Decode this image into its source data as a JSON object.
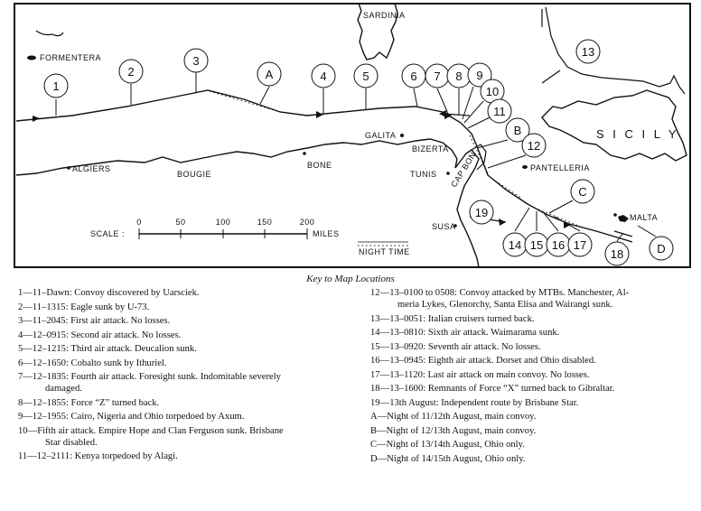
{
  "map": {
    "labels": {
      "sardinia": "SARDINIA",
      "formentera": "FORMENTERA",
      "sicily": "S I C I L Y",
      "galita": "GALITA",
      "bizerta": "BIZERTA",
      "tunis": "TUNIS",
      "pantelleria": "PANTELLERIA",
      "malta": "MALTA",
      "algiers": "ALGIERS",
      "bougie": "BOUGIE",
      "bone": "BONE",
      "cap_bon": "CAP BON",
      "susa": "SUSA",
      "night_time": "NIGHT TIME",
      "scale": "SCALE :",
      "miles": "MILES"
    },
    "scale_ticks": [
      "0",
      "50",
      "100",
      "150",
      "200"
    ],
    "markers": [
      "1",
      "2",
      "3",
      "A",
      "4",
      "5",
      "6",
      "7",
      "8",
      "9",
      "10",
      "11",
      "B",
      "12",
      "13",
      "C",
      "19",
      "14",
      "15",
      "16",
      "17",
      "18",
      "D"
    ]
  },
  "key": {
    "title": "Key to Map Locations",
    "left": [
      {
        "id": "k1",
        "lines": [
          "1—11–Dawn: Convoy discovered by Uarsciek."
        ]
      },
      {
        "id": "k2",
        "lines": [
          "2—11–1315: Eagle sunk by U-73."
        ]
      },
      {
        "id": "k3",
        "lines": [
          "3—11–2045: First air attack. No losses."
        ]
      },
      {
        "id": "k4",
        "lines": [
          "4—12–0915: Second air attack. No losses."
        ]
      },
      {
        "id": "k5",
        "lines": [
          "5—12–1215: Third air attack. Deucalion sunk."
        ]
      },
      {
        "id": "k6",
        "lines": [
          "6—12–1650: Cobalto sunk by Ithuriel."
        ]
      },
      {
        "id": "k7",
        "lines": [
          "7—12–1835: Fourth air attack. Foresight sunk. Indomitable severely",
          "damaged."
        ]
      },
      {
        "id": "k8",
        "lines": [
          "8—12–1855: Force “Z” turned back."
        ]
      },
      {
        "id": "k9",
        "lines": [
          "9—12–1955: Cairo, Nigeria and Ohio torpedoed by Axum."
        ]
      },
      {
        "id": "k10",
        "lines": [
          "10—Fifth air attack. Empire Hope and Clan Ferguson sunk. Brisbane",
          "Star disabled."
        ]
      },
      {
        "id": "k11",
        "lines": [
          "11—12–2111: Kenya torpedoed by Alagi."
        ]
      }
    ],
    "right": [
      {
        "id": "k12",
        "lines": [
          "12—13–0100 to 0508: Convoy attacked by MTBs. Manchester, Al-",
          "meria Lykes, Glenorchy, Santa Elisa and Wairangi sunk."
        ]
      },
      {
        "id": "k13",
        "lines": [
          "13—13–0051: Italian cruisers turned back."
        ]
      },
      {
        "id": "k14",
        "lines": [
          "14—13–0810: Sixth air attack. Waimarama sunk."
        ]
      },
      {
        "id": "k15",
        "lines": [
          "15—13–0920: Seventh air attack. No losses."
        ]
      },
      {
        "id": "k16",
        "lines": [
          "16—13–0945: Eighth air attack. Dorset and Ohio disabled."
        ]
      },
      {
        "id": "k17",
        "lines": [
          "17—13–1120: Last air attack on main convoy. No losses."
        ]
      },
      {
        "id": "k18",
        "lines": [
          "18—13–1600: Remnants of Force “X” turned back to Gibraltar."
        ]
      },
      {
        "id": "k19",
        "lines": [
          "19—13th August: Independent route by Brisbane Star."
        ]
      },
      {
        "id": "kA",
        "lines": [
          "A—Night of 11/12th August, main convoy."
        ]
      },
      {
        "id": "kB",
        "lines": [
          "B—Night of 12/13th August, main convoy."
        ]
      },
      {
        "id": "kC",
        "lines": [
          "C—Night of 13/14th August, Ohio only."
        ]
      },
      {
        "id": "kD",
        "lines": [
          "D—Night of 14/15th August, Ohio only."
        ]
      }
    ]
  }
}
